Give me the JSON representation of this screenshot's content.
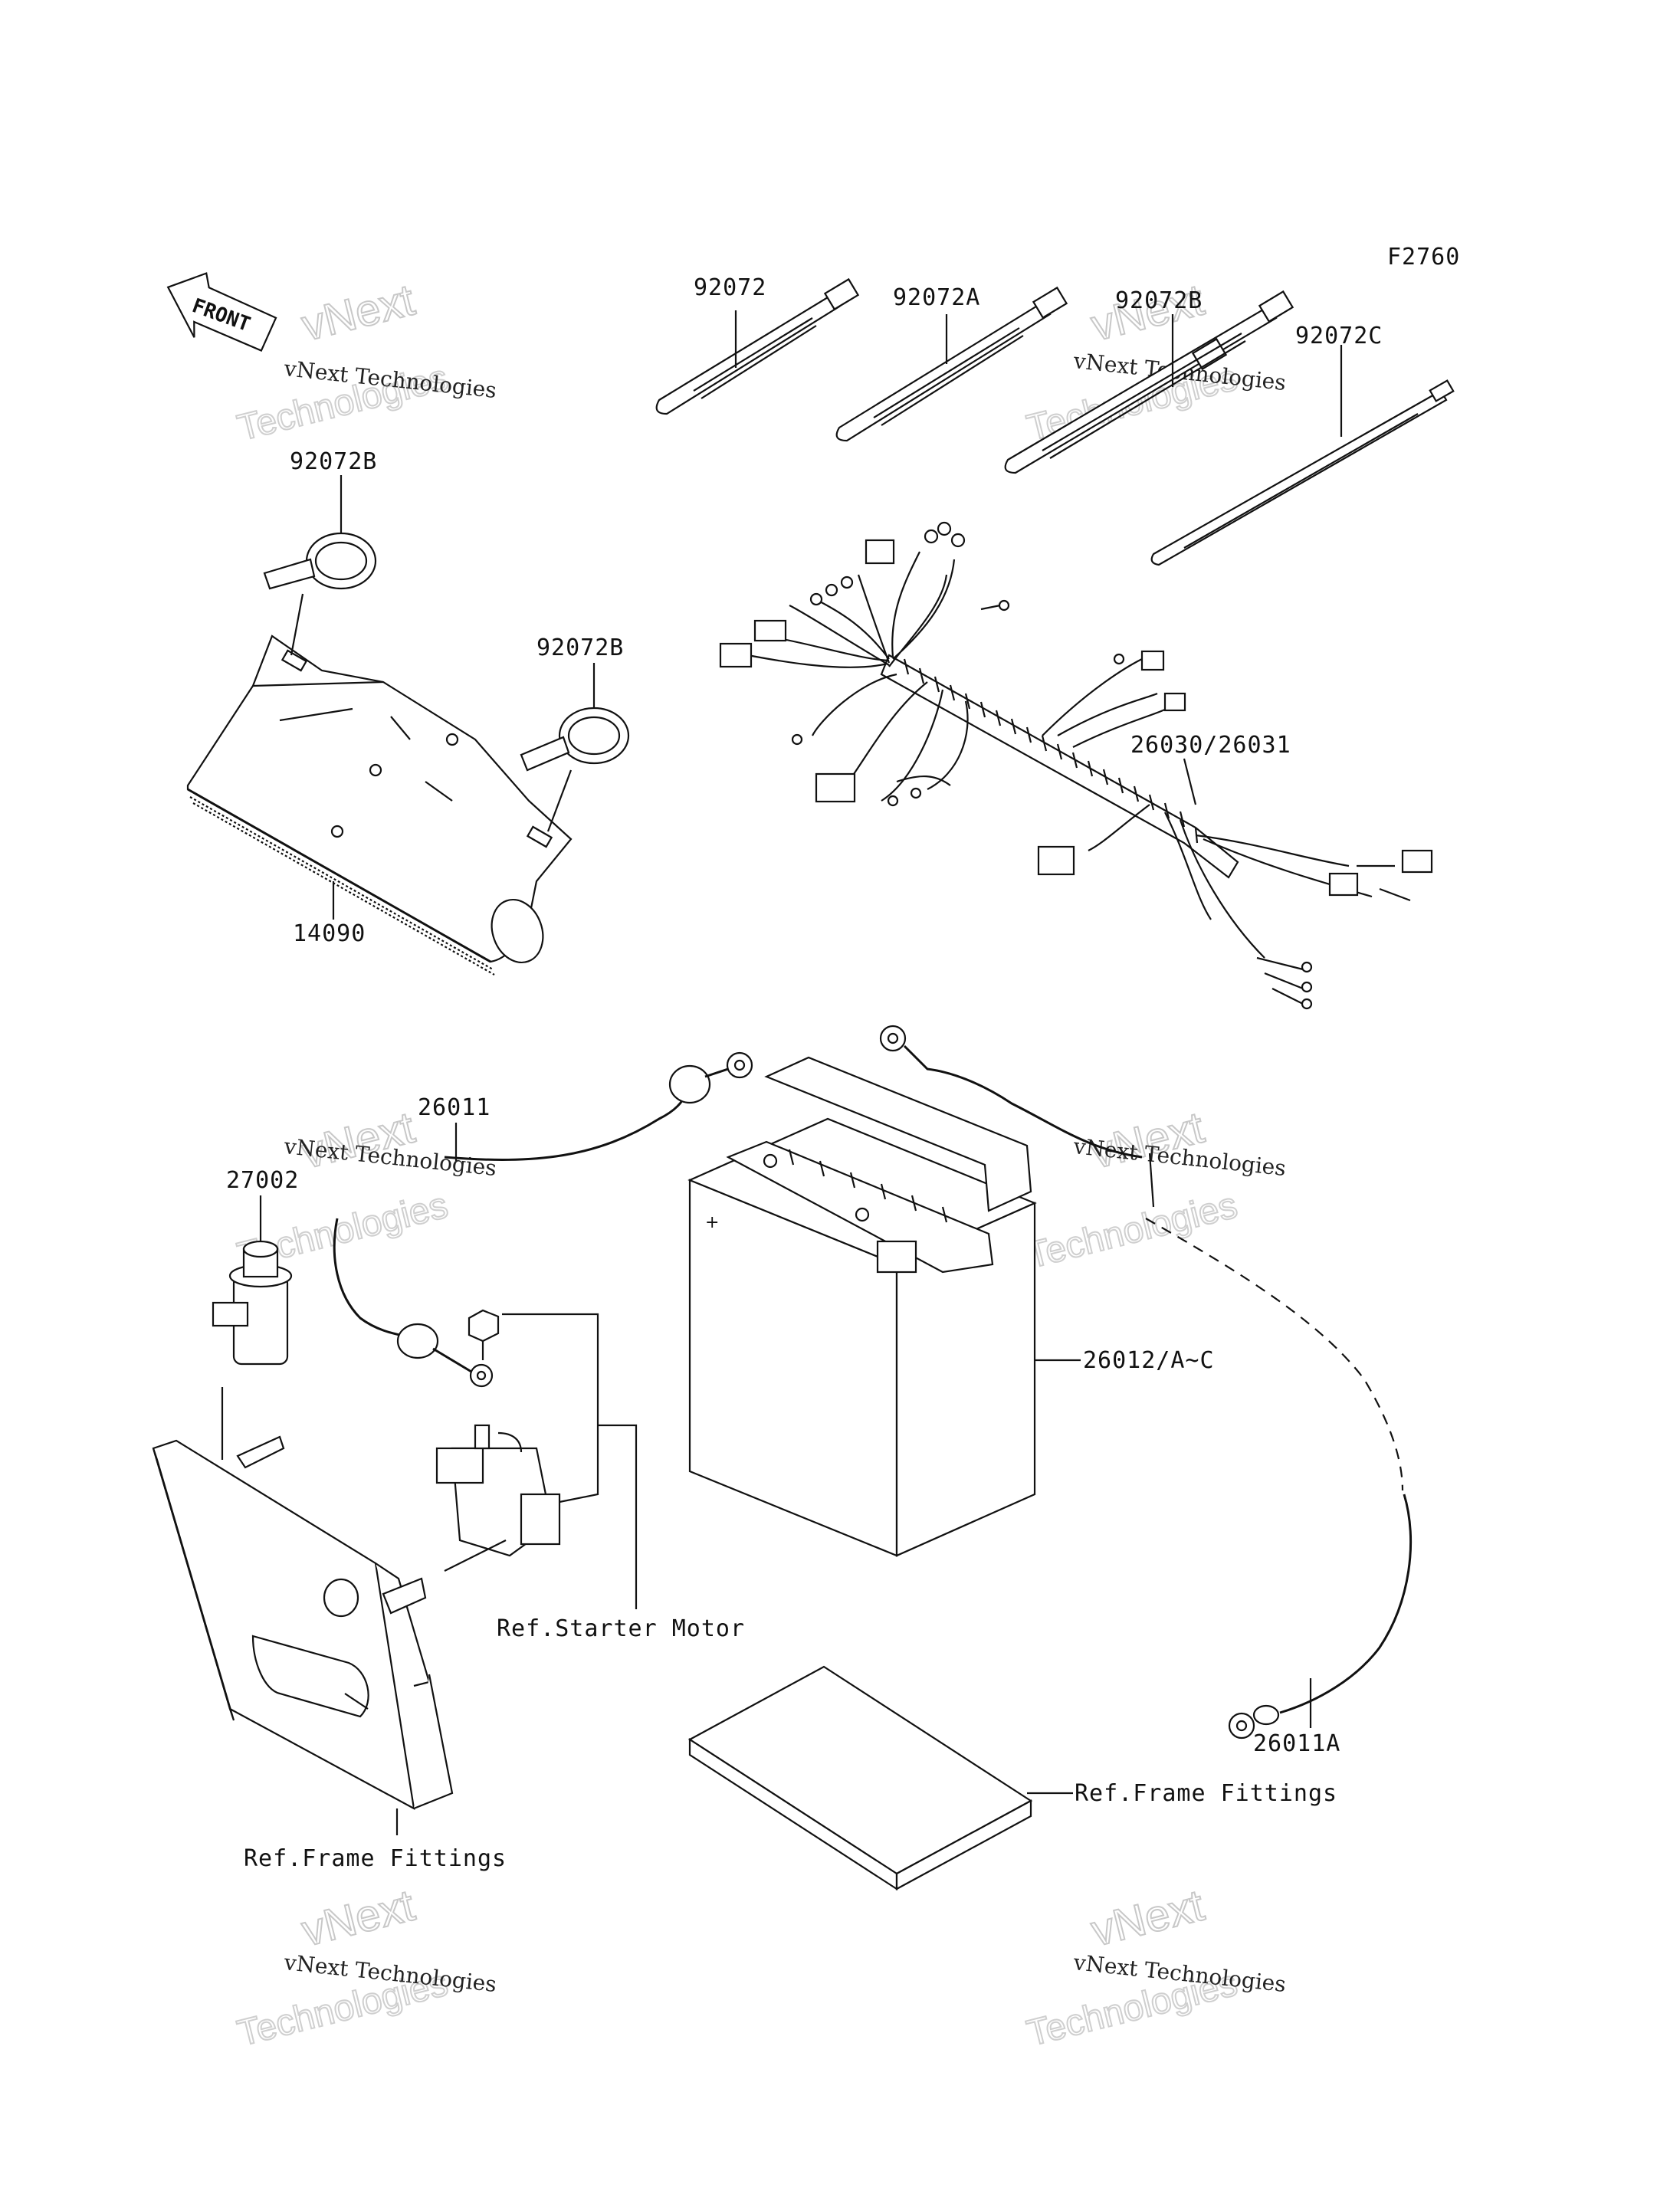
{
  "figure_id": "F2760",
  "front_arrow_text": "FRONT",
  "labels": {
    "tie_92072": "92072",
    "tie_92072A": "92072A",
    "tie_92072B_top": "92072B",
    "tie_92072C": "92072C",
    "tie_92072B_left1": "92072B",
    "tie_92072B_left2": "92072B",
    "cover_14090": "14090",
    "harness": "26030/26031",
    "cable_26011": "26011",
    "relay_27002": "27002",
    "battery": "26012/A~C",
    "cable_26011A": "26011A",
    "ref_starter_motor": "Ref.Starter Motor",
    "ref_frame_fittings_right": "Ref.Frame Fittings",
    "ref_frame_fittings_left": "Ref.Frame Fittings"
  },
  "watermark": {
    "line1": "vNext",
    "line2": "vNext Technologies",
    "line3": "Technologies"
  },
  "colors": {
    "ink": "#111111",
    "watermark_outline": "#c8c8c8",
    "background": "#ffffff"
  }
}
